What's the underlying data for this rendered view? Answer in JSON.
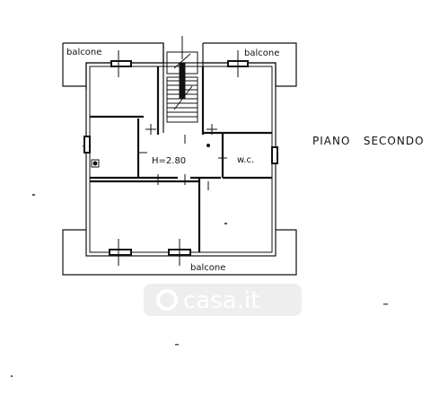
{
  "plan": {
    "title": "PIANO   SECONDO",
    "height_label": "H=2.80",
    "rooms": {
      "wc": "w.c."
    },
    "balconies": {
      "top_left": "balcone",
      "top_right": "balcone",
      "bottom": "balcone"
    }
  },
  "watermark": {
    "text": "casa.it"
  }
}
